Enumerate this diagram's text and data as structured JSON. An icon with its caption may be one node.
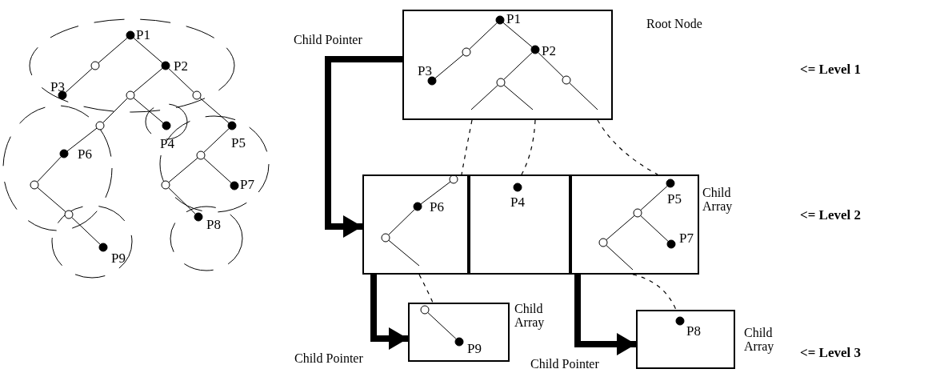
{
  "diagram": {
    "nodes": [
      {
        "text": [],
        "shape": "box",
        "beside": [
          "Root Node"
        ]
      },
      {
        "text": [],
        "shape": "box"
      },
      {
        "text": [],
        "shape": "box"
      },
      {
        "text": [],
        "shape": "box",
        "beside": [
          "Child Array"
        ]
      },
      {
        "text": [],
        "shape": "box",
        "beside": [
          "Child Array"
        ]
      },
      {
        "text": [],
        "shape": "box",
        "beside": [
          "Child Array"
        ]
      }
    ],
    "edges": [
      {
        "from": 0,
        "to": 1,
        "arrow": "to",
        "style": "thick",
        "label": "Child Pointer"
      },
      {
        "from": 1,
        "to": 4,
        "arrow": "to",
        "style": "thick",
        "label": "Child Pointer"
      },
      {
        "from": 3,
        "to": 5,
        "arrow": "to",
        "style": "thick",
        "label": "Child Pointer"
      },
      {
        "from": 0,
        "to": 1,
        "arrow": "none",
        "style": "dashed"
      },
      {
        "from": 0,
        "to": 2,
        "arrow": "none",
        "style": "dashed"
      },
      {
        "from": 0,
        "to": 3,
        "arrow": "none",
        "style": "dashed"
      },
      {
        "from": 1,
        "to": 4,
        "arrow": "none",
        "style": "dashed"
      },
      {
        "from": 3,
        "to": 5,
        "arrow": "none",
        "style": "dashed"
      }
    ],
    "labels": [
      "P1",
      "P2",
      "P3",
      "P4",
      "P5",
      "P6",
      "P7",
      "P8",
      "P9",
      "P1",
      "P2",
      "P3",
      "<= Level 1",
      "P6",
      "P4",
      "P5",
      "P7",
      "<= Level 2",
      "P9",
      "P8",
      "<= Level 3"
    ]
  }
}
